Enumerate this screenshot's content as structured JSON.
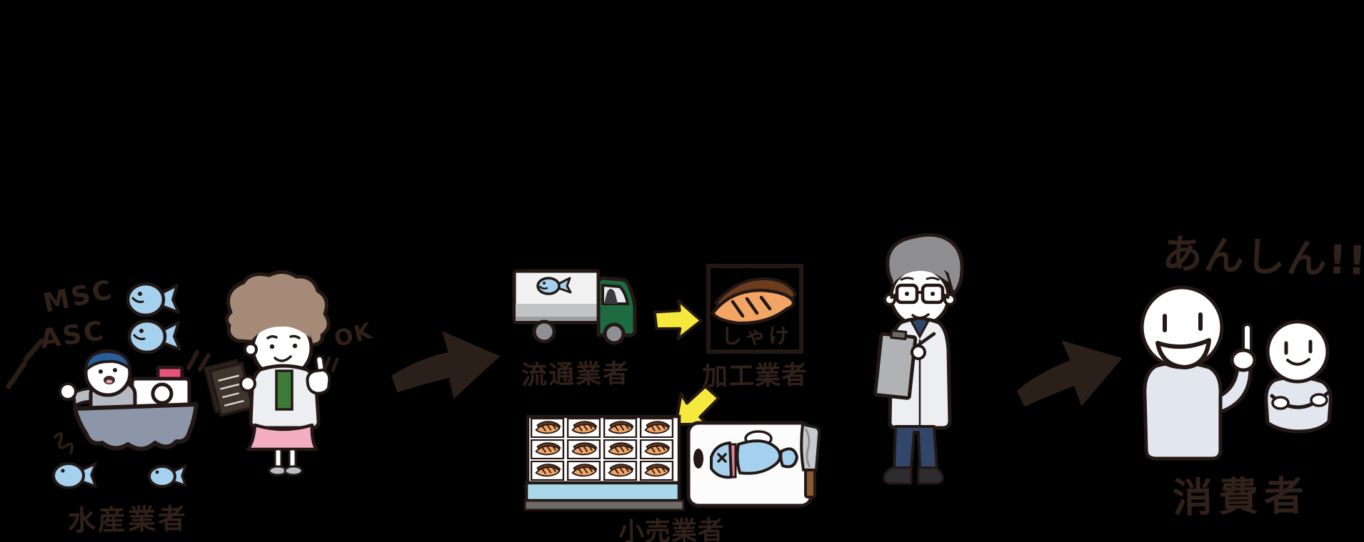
{
  "scene": {
    "background": "#000000",
    "ink": "#231815"
  },
  "colors": {
    "fish_blue": "#a5d1ee",
    "boat_hull": "#8d96a8",
    "cap_blue": "#2a5d9c",
    "chimney_pink": "#e8537a",
    "truck_green": "#1d6b40",
    "arrow_yellow": "#f6e93d",
    "salmon_orange": "#f2a565",
    "salmon_brown": "#6b3d1e",
    "shelf_blue": "#a8d8ea",
    "hair_brown": "#a58b77",
    "apron_green": "#3d7c38",
    "skirt_pink": "#f3aec3",
    "lab_navy": "#32466a",
    "consumer_gray": "#e2e6ee"
  },
  "stages": {
    "fishery": {
      "label": "水産業者",
      "cert_msc": "MSC",
      "cert_asc": "ASC",
      "approval": "OK"
    },
    "distribution": {
      "label": "流通業者"
    },
    "processing": {
      "label": "加工業者",
      "package_text": "しゃけ"
    },
    "retail": {
      "label": "小売業者"
    },
    "consumers": {
      "label": "消費者",
      "speech": "あんしん!!"
    }
  }
}
